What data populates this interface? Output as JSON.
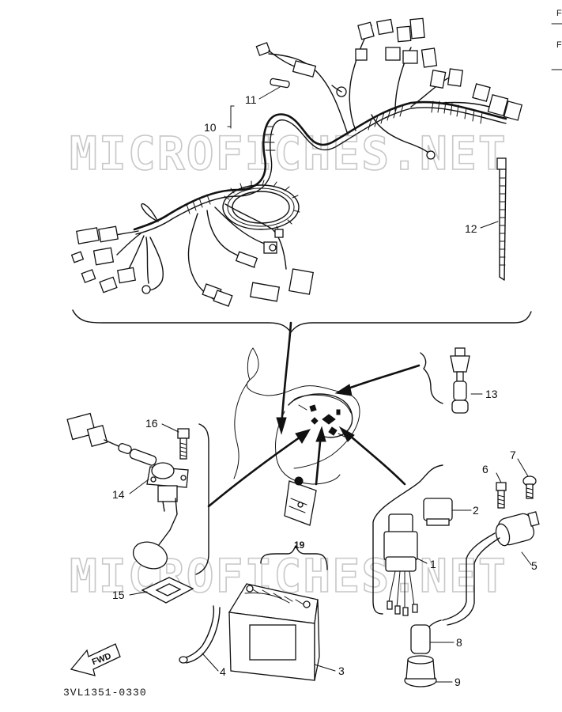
{
  "watermark": "MICROFICHES.NET",
  "document_code": "3VL1351-0330",
  "fwd_label": "FWD",
  "corner_text": [
    "F",
    "F"
  ],
  "callouts": {
    "c1": "1",
    "c2": "2",
    "c3": "3",
    "c4": "4",
    "c5": "5",
    "c6": "6",
    "c7": "7",
    "c8": "8",
    "c9": "9",
    "c10": "10",
    "c11": "11",
    "c12": "12",
    "c13": "13",
    "c14": "14",
    "c15": "15",
    "c16": "16",
    "c19": "19"
  }
}
